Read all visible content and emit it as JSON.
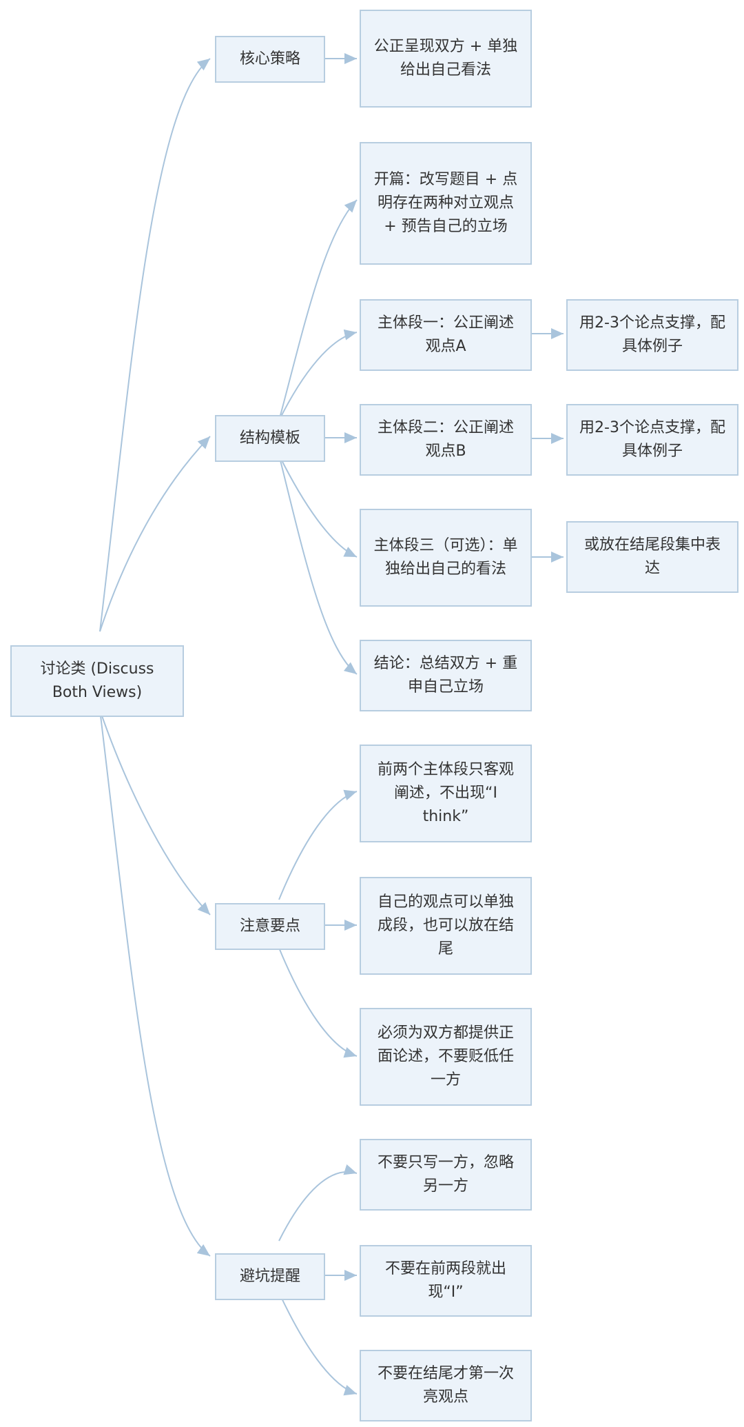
{
  "root": {
    "label": "讨论类 (Discuss Both Views)"
  },
  "branches": [
    {
      "label": "核心策略"
    },
    {
      "label": "结构模板"
    },
    {
      "label": "注意要点"
    },
    {
      "label": "避坑提醒"
    }
  ],
  "leaves": {
    "core": [
      "公正呈现双方 + 单独给出自己看法"
    ],
    "structure": [
      "开篇：改写题目 + 点明存在两种对立观点 + 预告自己的立场",
      "主体段一：公正阐述观点A",
      "主体段二：公正阐述观点B",
      "主体段三（可选）：单独给出自己的看法",
      "结论：总结双方 + 重申自己立场"
    ],
    "structure_details": [
      "用2-3个论点支撑，配具体例子",
      "用2-3个论点支撑，配具体例子",
      "或放在结尾段集中表达"
    ],
    "notes": [
      "前两个主体段只客观阐述，不出现“I think”",
      "自己的观点可以单独成段，也可以放在结尾",
      "必须为双方都提供正面论述，不要贬低任一方"
    ],
    "pitfalls": [
      "不要只写一方，忽略另一方",
      "不要在前两段就出现“I”",
      "不要在结尾才第一次亮观点"
    ]
  },
  "colors": {
    "node_fill": "#ecf3fa",
    "node_border": "#b7cde0",
    "edge": "#a9c4dc",
    "text": "#333333"
  }
}
